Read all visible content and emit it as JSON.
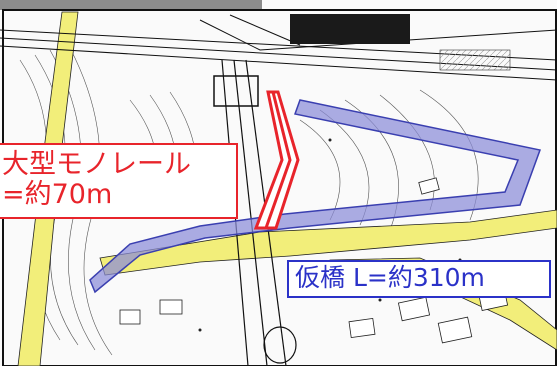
{
  "map": {
    "callouts": {
      "monorail": {
        "line1": "大型モノレール",
        "line2": "=約70m"
      },
      "bridge": {
        "text": "仮橋 L=約310m"
      }
    },
    "colors": {
      "monorail": "#e8242b",
      "bridge_fill": "#8a8cd8",
      "bridge_stroke": "#3a3fb0",
      "road": "#f2ee7a",
      "linework": "#222222",
      "header_strip": "#8c8c8c"
    }
  }
}
